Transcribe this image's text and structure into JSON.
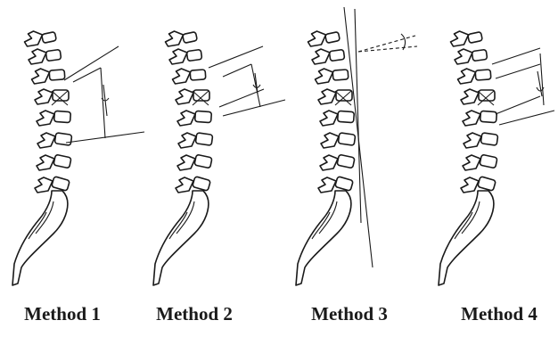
{
  "figure": {
    "panels": [
      {
        "id": "m1",
        "caption": "Method 1"
      },
      {
        "id": "m2",
        "caption": "Method 2"
      },
      {
        "id": "m3",
        "caption": "Method 3"
      },
      {
        "id": "m4",
        "caption": "Method 4"
      }
    ]
  }
}
